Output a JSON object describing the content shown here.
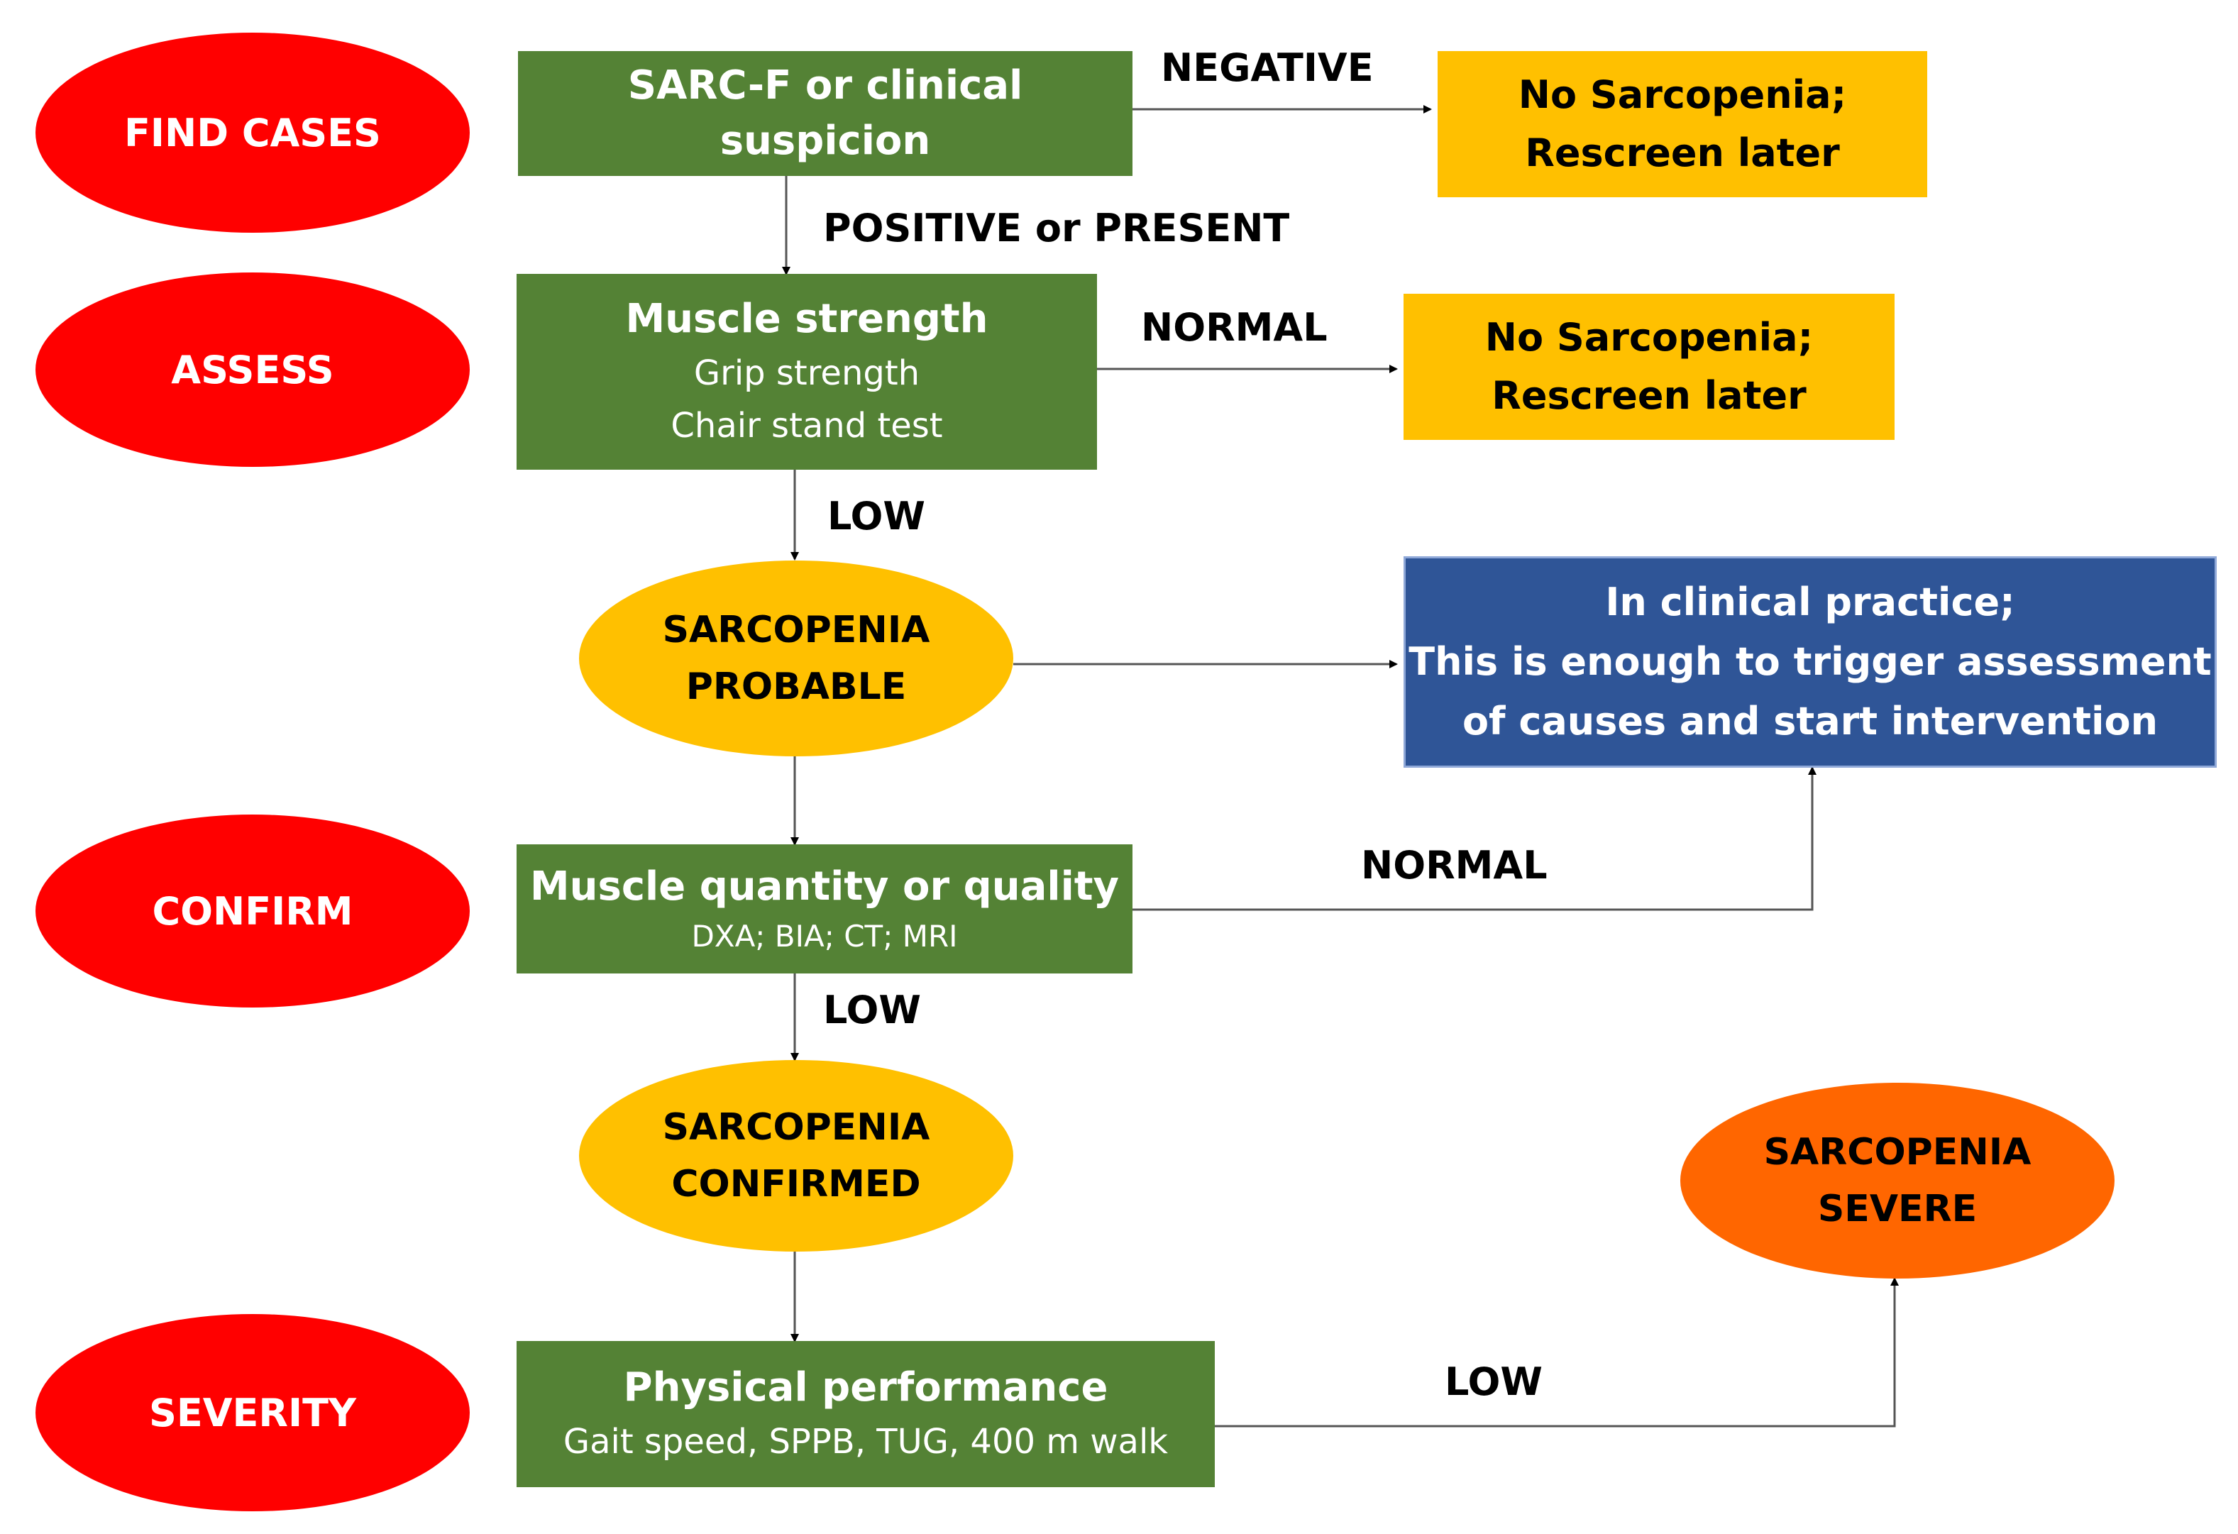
{
  "stages": {
    "find_cases": "FIND CASES",
    "assess": "ASSESS",
    "confirm": "CONFIRM",
    "severity": "SEVERITY"
  },
  "sarc_f": {
    "title": "SARC-F or clinical suspicion"
  },
  "muscle_strength": {
    "title": "Muscle strength",
    "line1": "Grip strength",
    "line2": "Chair stand test"
  },
  "muscle_quantity": {
    "title": "Muscle quantity or quality",
    "line1": "DXA; BIA; CT; MRI"
  },
  "physical_performance": {
    "title": "Physical performance",
    "line1": "Gait speed, SPPB, TUG, 400 m walk"
  },
  "outcomes": {
    "no_sarcopenia_1": {
      "line1": "No Sarcopenia;",
      "line2": "Rescreen later"
    },
    "no_sarcopenia_2": {
      "line1": "No Sarcopenia;",
      "line2": "Rescreen later"
    },
    "probable": {
      "line1": "SARCOPENIA",
      "line2": "PROBABLE"
    },
    "confirmed": {
      "line1": "SARCOPENIA",
      "line2": "CONFIRMED"
    },
    "severe": {
      "line1": "SARCOPENIA",
      "line2": "SEVERE"
    },
    "clinical_practice": {
      "line1": "In clinical practice;",
      "line2": "This is enough to trigger assessment",
      "line3": "of causes and start intervention"
    }
  },
  "edge_labels": {
    "negative": "NEGATIVE",
    "positive_or_present": "POSITIVE or PRESENT",
    "normal_strength": "NORMAL",
    "low_strength": "LOW",
    "normal_quantity": "NORMAL",
    "low_quantity": "LOW",
    "low_performance": "LOW"
  },
  "colors": {
    "stage_red": "#ff0000",
    "box_green": "#548235",
    "outcome_yellow": "#ffc000",
    "severe_orange": "#ff6600",
    "note_blue": "#2f5597",
    "arrow": "#555555"
  }
}
